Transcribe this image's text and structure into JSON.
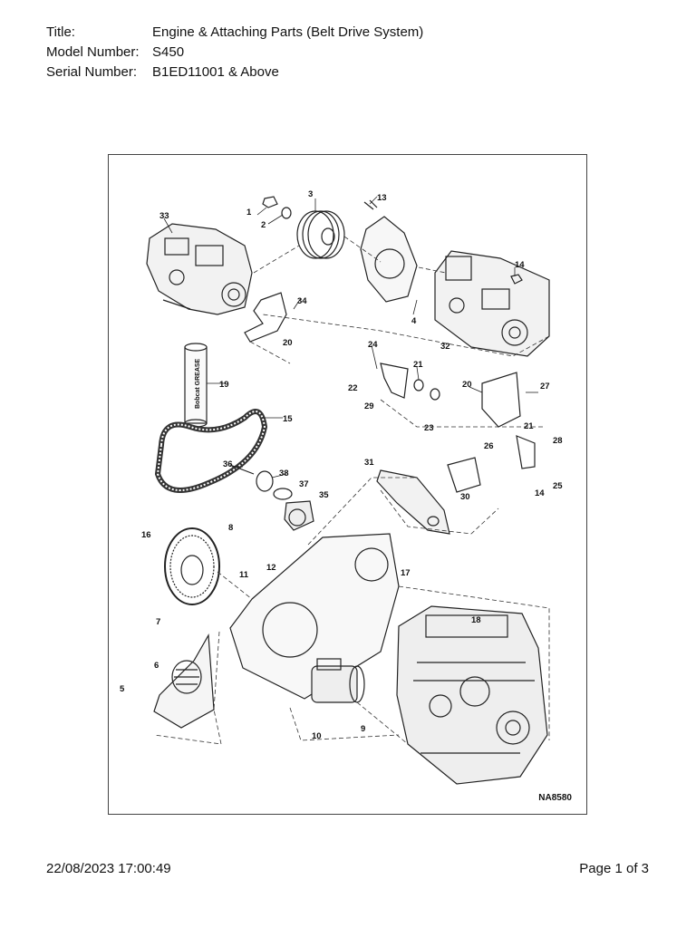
{
  "header": {
    "fields": [
      {
        "label": "Title:",
        "value": "Engine & Attaching Parts (Belt Drive System)"
      },
      {
        "label": "Model Number:",
        "value": "S450"
      },
      {
        "label": "Serial Number:",
        "value": "B1ED11001 & Above"
      }
    ]
  },
  "figure": {
    "drawing_code": "NA8580",
    "grease_label": "Bobcat GREASE",
    "callouts": [
      "1",
      "2",
      "3",
      "4",
      "5",
      "6",
      "7",
      "8",
      "9",
      "10",
      "11",
      "12",
      "13",
      "14",
      "14",
      "15",
      "16",
      "17",
      "18",
      "19",
      "20",
      "20",
      "21",
      "21",
      "22",
      "23",
      "24",
      "25",
      "26",
      "27",
      "28",
      "29",
      "30",
      "31",
      "32",
      "33",
      "34",
      "35",
      "36",
      "37",
      "38"
    ]
  },
  "footer": {
    "timestamp": "22/08/2023 17:00:49",
    "page": "Page 1 of 3"
  }
}
